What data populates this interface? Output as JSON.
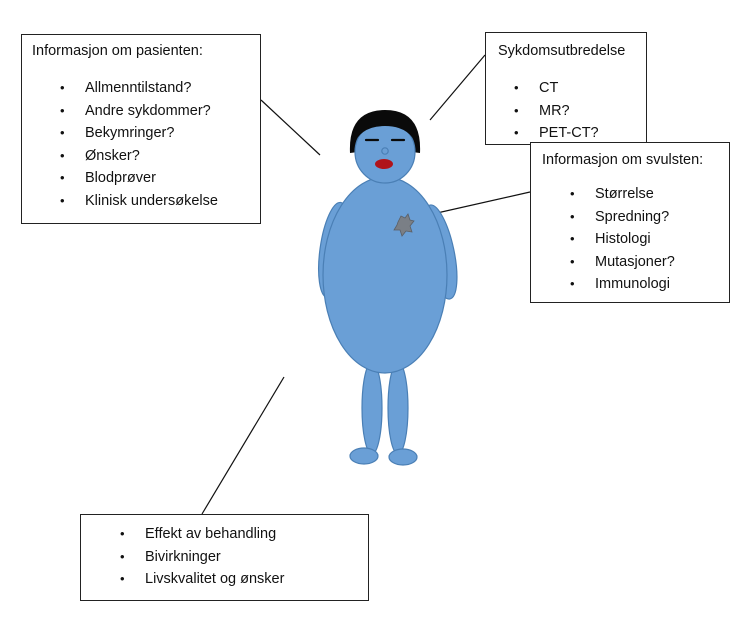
{
  "colors": {
    "body_fill": "#6a9fd6",
    "body_stroke": "#4a7fb5",
    "hair": "#0a0a0a",
    "mouth": "#b0131a",
    "tumor": "#7a7f86",
    "line": "#111111"
  },
  "boxes": {
    "patient": {
      "title": "Informasjon om pasienten:",
      "items": [
        "Allmenntilstand?",
        "Andre sykdommer?",
        "Bekymringer?",
        "Ønsker?",
        "Blodprøver",
        "Klinisk undersøkelse"
      ]
    },
    "spread": {
      "title": "Sykdomsutbredelse",
      "items": [
        "CT",
        "MR?",
        "PET-CT?"
      ]
    },
    "tumor": {
      "title": "Informasjon om svulsten:",
      "items": [
        "Størrelse",
        "Spredning?",
        "Histologi",
        "Mutasjoner?",
        "Immunologi"
      ]
    },
    "outcome": {
      "items": [
        "Effekt av behandling",
        "Bivirkninger",
        "Livskvalitet og ønsker"
      ]
    }
  }
}
